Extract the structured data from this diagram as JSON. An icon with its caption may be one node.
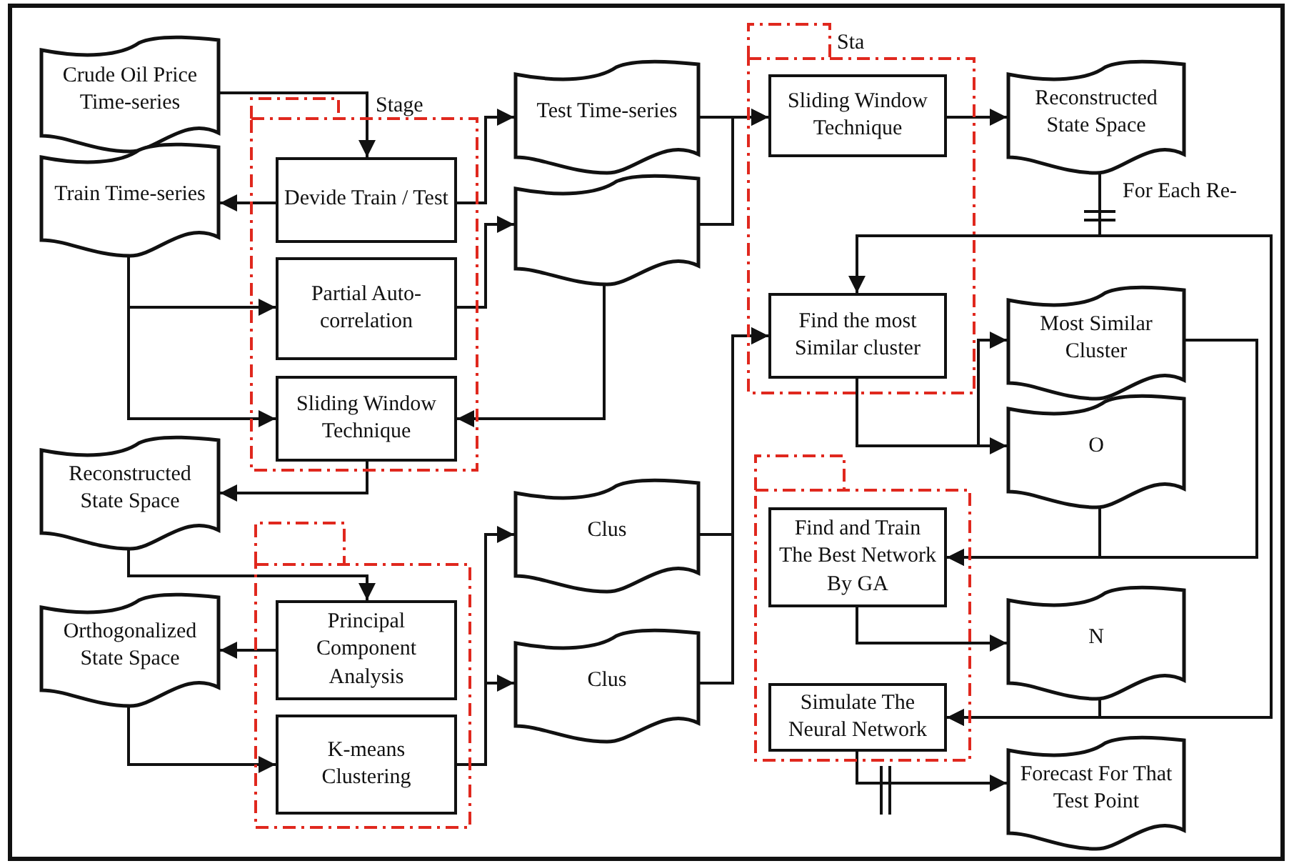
{
  "diagram": {
    "nodes": [
      {
        "text": [
          "Crude Oil Price Time-series"
        ]
      },
      {
        "text": [
          "Stage"
        ]
      },
      {
        "text": [
          "Devide Train / Test"
        ],
        "in": 1
      },
      {
        "text": [
          "Partial Auto-correlation"
        ],
        "in": 1
      },
      {
        "text": [
          "Sliding Window Technique"
        ],
        "in": 1
      },
      {
        "text": [
          "Train Time-series"
        ]
      },
      {
        "text": [
          "Test Time-series"
        ]
      },
      {
        "text": [],
        "shape": "document"
      },
      {
        "text": [
          "Reconstructed State Space"
        ]
      },
      {
        "text": [
          "Sta"
        ]
      },
      {
        "text": [
          "Sliding Window Technique"
        ],
        "in": 9
      },
      {
        "text": [
          "Find the most Similar cluster"
        ],
        "in": 9
      },
      {
        "text": [
          "Reconstructed State Space"
        ]
      },
      {
        "text": [
          "Most Similar Cluster"
        ]
      },
      {
        "text": [
          "O"
        ]
      },
      {
        "text": [],
        "shape": "box"
      },
      {
        "text": [
          "Find and Train The Best Network By GA"
        ],
        "in": 15
      },
      {
        "text": [
          "Simulate The Neural Network"
        ],
        "in": 15
      },
      {
        "text": [
          "N"
        ]
      },
      {
        "text": [
          "Forecast For That Test Point"
        ]
      },
      {
        "text": [],
        "shape": "box"
      },
      {
        "text": [
          "Principal Component Analysis"
        ],
        "in": 20
      },
      {
        "text": [
          "K-means Clustering"
        ],
        "in": 20
      },
      {
        "text": [
          "Orthogonalized State Space"
        ]
      },
      {
        "text": [
          "Clus"
        ]
      },
      {
        "text": [
          "Clus"
        ]
      }
    ],
    "edges": [
      {
        "from": 0,
        "to": 2,
        "arrow": "to"
      },
      {
        "from": 2,
        "to": 5,
        "arrow": "to"
      },
      {
        "from": 2,
        "to": 6,
        "arrow": "to"
      },
      {
        "from": 3,
        "to": 7,
        "arrow": "to"
      },
      {
        "from": 5,
        "to": 3,
        "arrow": "to"
      },
      {
        "from": 5,
        "to": 4,
        "arrow": "to"
      },
      {
        "from": 7,
        "to": 4,
        "arrow": "to"
      },
      {
        "from": 4,
        "to": 8,
        "arrow": "to"
      },
      {
        "from": 8,
        "to": 21,
        "arrow": "to"
      },
      {
        "from": 21,
        "to": 23,
        "arrow": "to"
      },
      {
        "from": 23,
        "to": 22,
        "arrow": "to"
      },
      {
        "from": 22,
        "to": 24,
        "arrow": "to"
      },
      {
        "from": 22,
        "to": 25,
        "arrow": "to"
      },
      {
        "from": 6,
        "to": 10,
        "arrow": "to"
      },
      {
        "from": 7,
        "to": 10,
        "arrow": "to"
      },
      {
        "from": 24,
        "to": 11,
        "arrow": "to"
      },
      {
        "from": 25,
        "to": 11,
        "arrow": "to"
      },
      {
        "from": 10,
        "to": 12,
        "arrow": "to"
      },
      {
        "from": 12,
        "to": 11,
        "arrow": "to"
      },
      {
        "from": 12,
        "to": 17,
        "arrow": "to"
      },
      {
        "from": 11,
        "to": 13,
        "arrow": "to"
      },
      {
        "from": 11,
        "to": 14,
        "arrow": "to"
      },
      {
        "from": 13,
        "to": 16,
        "arrow": "to"
      },
      {
        "from": 14,
        "to": 16,
        "arrow": "to"
      },
      {
        "from": 16,
        "to": 18,
        "arrow": "to"
      },
      {
        "from": 18,
        "to": 17,
        "arrow": "to"
      },
      {
        "from": 17,
        "to": 19,
        "arrow": "to"
      }
    ],
    "labels": [
      "For Each Re-"
    ]
  }
}
